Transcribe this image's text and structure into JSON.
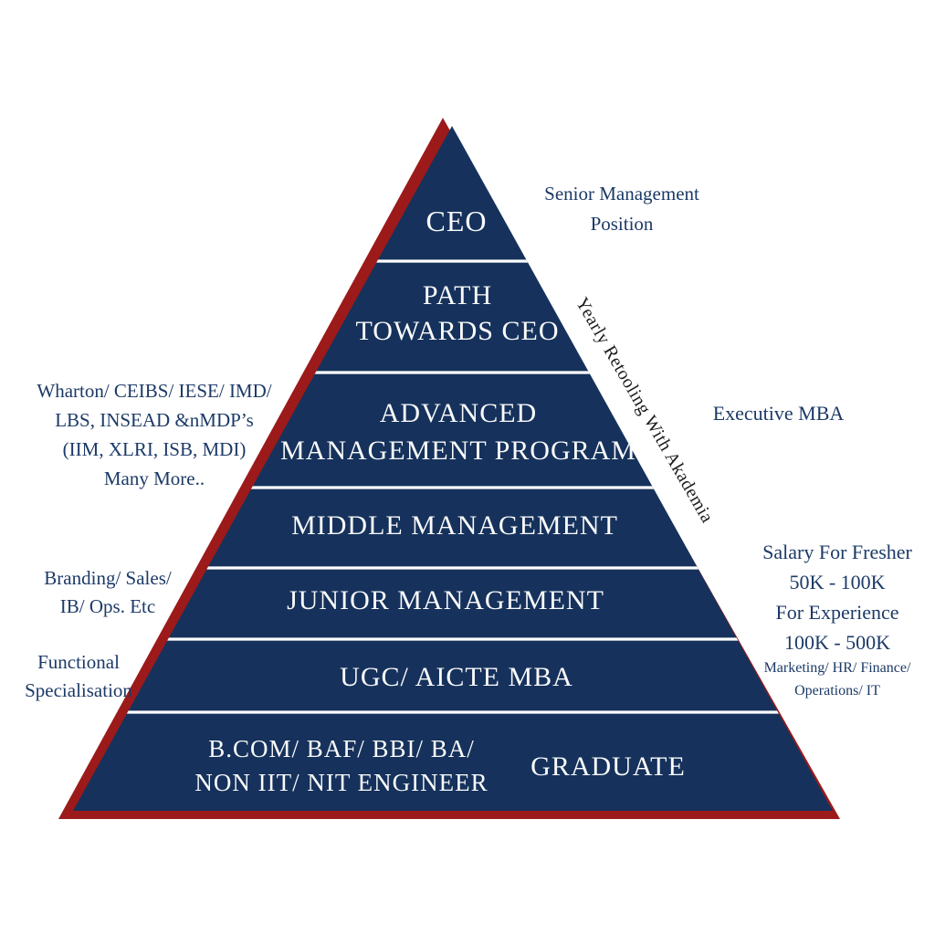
{
  "diagram": {
    "type": "pyramid",
    "subject": "MBA career progression pyramid",
    "colors": {
      "level_fill_navy": "#16325c",
      "border_red": "#9c1a1a",
      "level_label_white": "#fbfbfb",
      "annotation_navy": "#1c3a67",
      "rotated_text_black": "#1d1d1d",
      "background": "#ffffff"
    },
    "levels": [
      {
        "lines": [
          "CEO"
        ]
      },
      {
        "lines": [
          "PATH",
          "TOWARDS CEO"
        ]
      },
      {
        "lines": [
          "ADVANCED",
          "MANAGEMENT PROGRAM"
        ]
      },
      {
        "lines": [
          "MIDDLE MANAGEMENT"
        ]
      },
      {
        "lines": [
          "JUNIOR MANAGEMENT"
        ]
      },
      {
        "lines": [
          "UGC/ AICTE MBA"
        ]
      },
      {
        "lines": [
          "B.COM/ BAF/ BBI/ BA/",
          "NON IIT/ NIT ENGINEER"
        ],
        "right_label": "GRADUATE"
      }
    ],
    "annotations": {
      "senior_management": {
        "lines": [
          "Senior Management",
          "Position"
        ]
      },
      "yearly_retooling": {
        "text": "Yearly Retooling With Akademia"
      },
      "executive_mba": {
        "text": "Executive MBA"
      },
      "salary": {
        "lines": [
          "Salary For Fresher",
          "50K - 100K",
          "For Experience",
          "100K - 500K"
        ]
      },
      "job_functions": {
        "lines": [
          "Marketing/ HR/ Finance/",
          "Operations/ IT"
        ]
      },
      "schools": {
        "lines": [
          "Wharton/ CEIBS/ IESE/ IMD/",
          "LBS, INSEAD &nMDP’s",
          "(IIM, XLRI, ISB, MDI)",
          "Many More.."
        ]
      },
      "branding": {
        "lines": [
          "Branding/ Sales/",
          "IB/ Ops. Etc"
        ]
      },
      "functional": {
        "lines": [
          "Functional",
          "Specialisation"
        ]
      }
    }
  }
}
